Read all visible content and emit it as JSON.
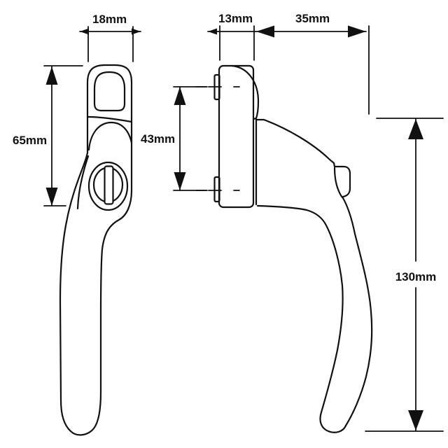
{
  "drawing": {
    "background": "#ffffff",
    "line_color": "#111111",
    "arrow_color": "#111111",
    "subject": "window-handle-technical-drawing"
  },
  "dimensions": {
    "top_width": {
      "label": "18mm",
      "value": 18,
      "unit": "mm"
    },
    "plate_depth": {
      "label": "13mm",
      "value": 13,
      "unit": "mm"
    },
    "projection": {
      "label": "35mm",
      "value": 35,
      "unit": "mm"
    },
    "plate_height": {
      "label": "65mm",
      "value": 65,
      "unit": "mm"
    },
    "fixing_centres": {
      "label": "43mm",
      "value": 43,
      "unit": "mm"
    },
    "handle_length": {
      "label": "130mm",
      "value": 130,
      "unit": "mm"
    }
  }
}
